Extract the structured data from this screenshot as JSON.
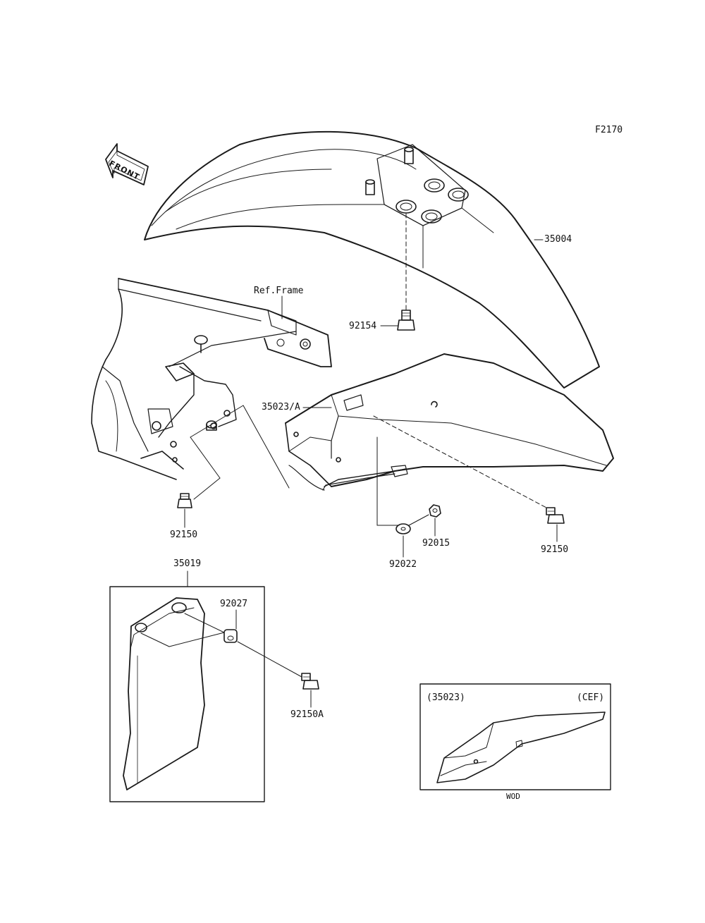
{
  "figure_code": "F2170",
  "front_arrow": {
    "text": "FRONT"
  },
  "callouts": {
    "front_fender": "35004",
    "ref_frame": "Ref.Frame",
    "bolt_92154": "92154",
    "rear_fender": "35023/A",
    "bolt_left_92150": "92150",
    "bolt_right_92150": "92150",
    "nut_92015": "92015",
    "washer_92022": "92022",
    "mud_guard": "35019",
    "collar_92027": "92027",
    "bolt_92150a": "92150A"
  },
  "inset": {
    "part_ref": "(35023)",
    "region": "(CEF)",
    "caption": "WOD"
  },
  "colors": {
    "line": "#1a1a1a",
    "background": "#ffffff"
  }
}
